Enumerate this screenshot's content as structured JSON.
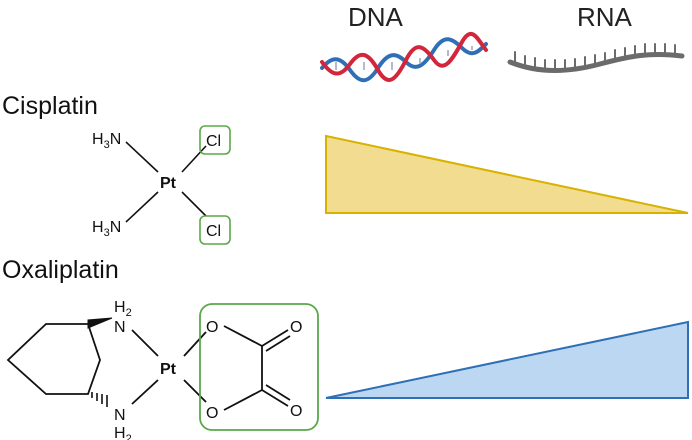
{
  "columns": {
    "dna": "DNA",
    "rna": "RNA"
  },
  "drugs": [
    {
      "name": "Cisplatin",
      "center_atom": "Pt",
      "ligand_amine_a": "H3N",
      "ligand_amine_b": "H3N",
      "leaving_group_a": "Cl",
      "leaving_group_b": "Cl",
      "trend": "decreasing",
      "color": "#f2dc8f",
      "stroke": "#d8b200"
    },
    {
      "name": "Oxaliplatin",
      "center_atom": "Pt",
      "amine_top_h": "H2",
      "amine_top_n": "N",
      "amine_bottom_n": "N",
      "amine_bottom_h": "H2",
      "oxalate_o_top": "O",
      "oxalate_o_bottom": "O",
      "carbonyl_o_top": "O",
      "carbonyl_o_bottom": "O",
      "trend": "increasing",
      "color": "#bcd7f2",
      "stroke": "#2f6fb5"
    }
  ],
  "colors": {
    "highlight_box": "#5aa84a",
    "dna_strand_a": "#d3263b",
    "dna_strand_b": "#2f6fb5",
    "rna": "#6b6b6b"
  }
}
